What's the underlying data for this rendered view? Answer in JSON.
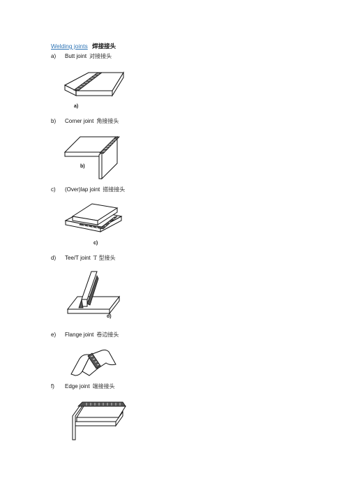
{
  "heading": {
    "english": "Welding joints",
    "chinese": "焊接接头"
  },
  "joints": [
    {
      "marker": "a)",
      "english": "Butt joint",
      "chinese": "对接接头",
      "figure_label": "a)"
    },
    {
      "marker": "b)",
      "english": "Corner joint",
      "chinese": "角接接头",
      "figure_label": "b)"
    },
    {
      "marker": "c)",
      "english": "(Over)lap joint",
      "chinese": "搭接接头",
      "figure_label": "c)"
    },
    {
      "marker": "d)",
      "english": "Tee/T joint",
      "chinese": "T 型接头",
      "figure_label": "d)"
    },
    {
      "marker": "e)",
      "english": "Flange joint",
      "chinese": "卷边接头",
      "figure_label": ""
    },
    {
      "marker": "f)",
      "english": "Edge joint",
      "chinese": "端接接头",
      "figure_label": ""
    }
  ]
}
